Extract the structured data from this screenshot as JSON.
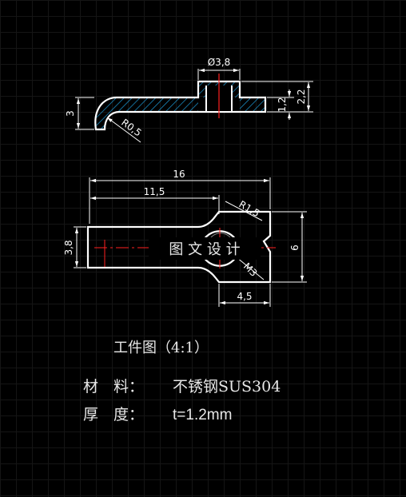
{
  "colors": {
    "background": "#000000",
    "outline": "#ffffff",
    "center_line": "#ff2020",
    "hatch": "#1e9ad6",
    "text": "#ffffff"
  },
  "top_view": {
    "dim_diameter": "Ø3,8",
    "dim_height_3": "3",
    "dim_thickness": "1,2",
    "dim_total": "2,2",
    "dim_radius": "R0,5"
  },
  "plan_view": {
    "dim_length_16": "16",
    "dim_length_11_5": "11,5",
    "dim_width_3_8": "3,8",
    "dim_width_6": "6",
    "dim_4_5": "4,5",
    "dim_r1_5": "R1,5",
    "dim_m3": "M3",
    "watermark": "图 文 设 计"
  },
  "notes": {
    "title": "工件图（4:1）",
    "material_label": "材　料：",
    "material_value": "不锈钢SUS304",
    "thickness_label": "厚　度：",
    "thickness_value": "t=1.2mm"
  }
}
